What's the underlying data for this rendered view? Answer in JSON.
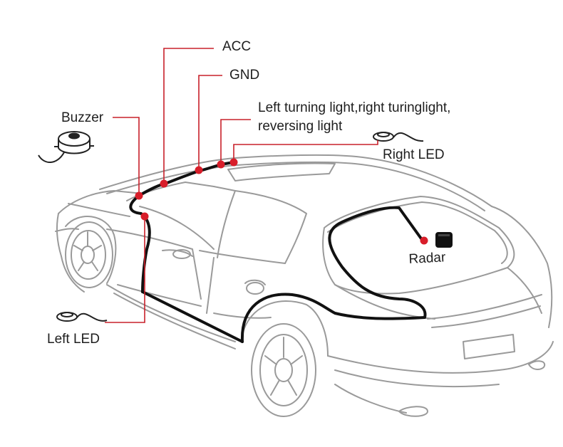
{
  "labels": {
    "acc": "ACC",
    "gnd": "GND",
    "lights_line1": "Left turning light,right turinglight,",
    "lights_line2": "reversing light",
    "buzzer": "Buzzer",
    "right_led": "Right LED",
    "left_led": "Left LED",
    "radar": "Radar"
  },
  "colors": {
    "leader_line": "#c8202a",
    "connection_dot": "#d81e2a",
    "wire": "#111111",
    "car_outline": "#9a9a9a",
    "text": "#1e1e1e"
  }
}
